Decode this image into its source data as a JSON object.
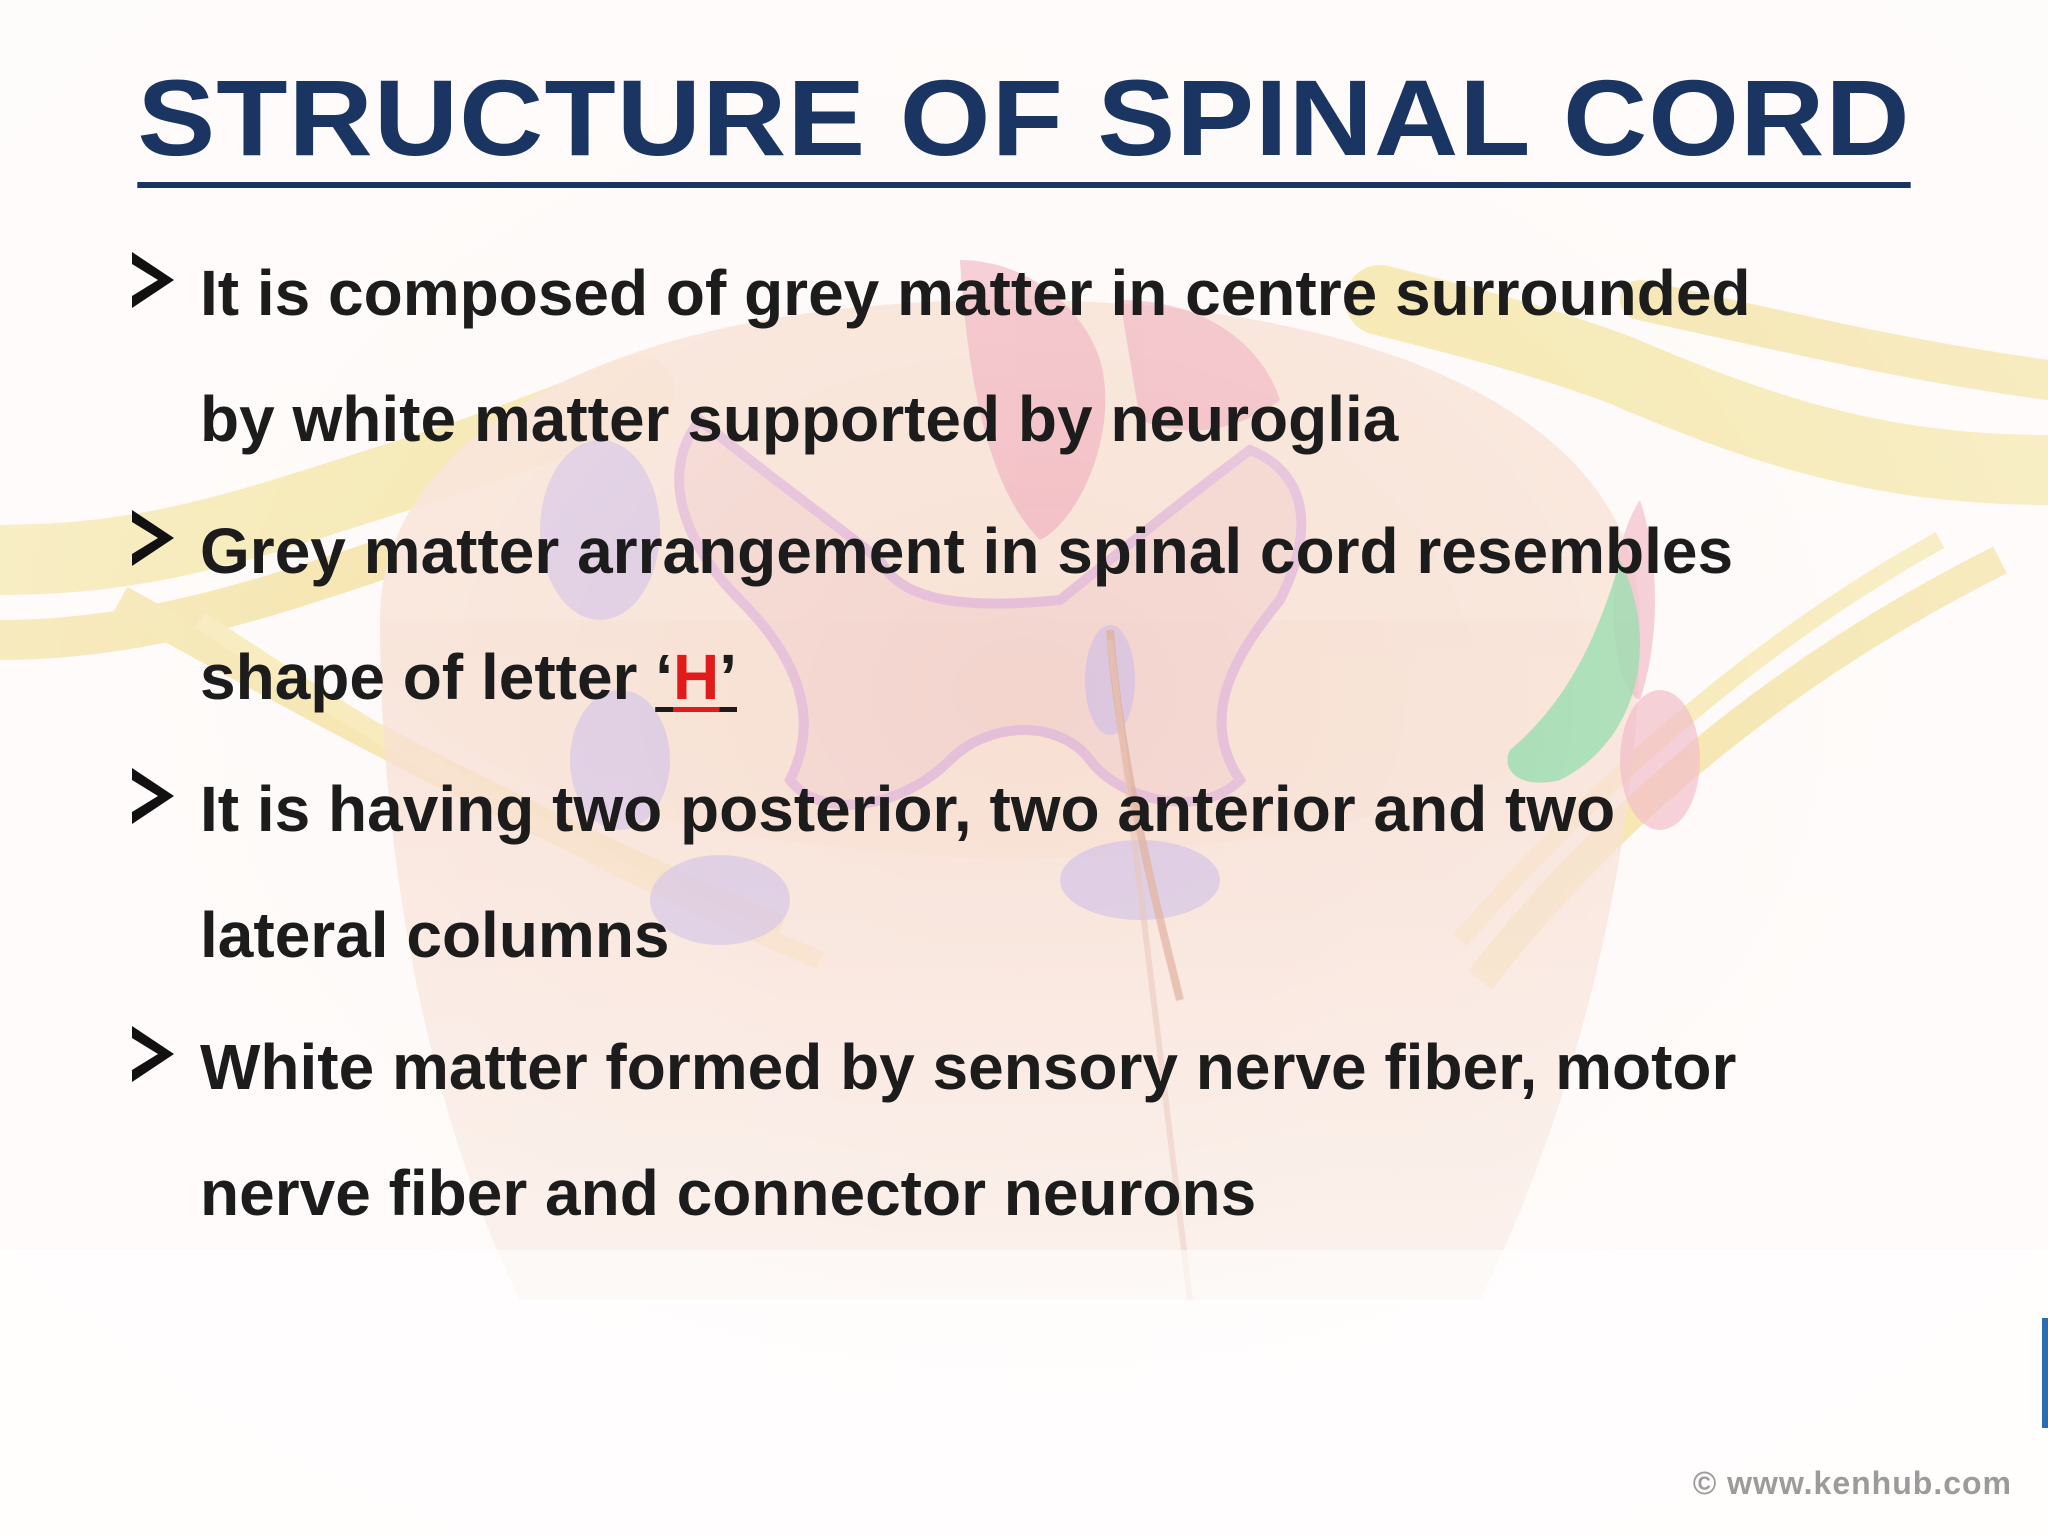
{
  "slide": {
    "title": "STRUCTURE OF SPINAL CORD",
    "bullets": [
      {
        "line1": "It is composed of grey matter in centre surrounded",
        "line2": "by white matter supported by neuroglia"
      },
      {
        "line1": "Grey matter arrangement in spinal cord resembles",
        "line2_prefix": "shape of letter ",
        "quote_open": "‘",
        "highlight": "H",
        "quote_close": "’"
      },
      {
        "line1": "It is having two posterior, two anterior and two",
        "line2": "lateral columns"
      },
      {
        "line1": "White matter formed by sensory nerve fiber, motor",
        "line2": "nerve fiber and connector neurons"
      }
    ],
    "watermark": "© www.kenhub.com"
  },
  "colors": {
    "title": "#1a3561",
    "text": "#1c1c1c",
    "highlight": "#e11b1b",
    "white_matter": "#f5d8c8",
    "grey_matter": "#f0c3c3",
    "tract_purple": "#c9b4e0",
    "tract_pink": "#ec9fb0",
    "tract_green": "#6fcf8e",
    "nerve_yellow": "#f1dc85"
  },
  "icons": {
    "bullet": "arrowhead-icon",
    "background": "spinal-cord-cross-section-illustration"
  }
}
